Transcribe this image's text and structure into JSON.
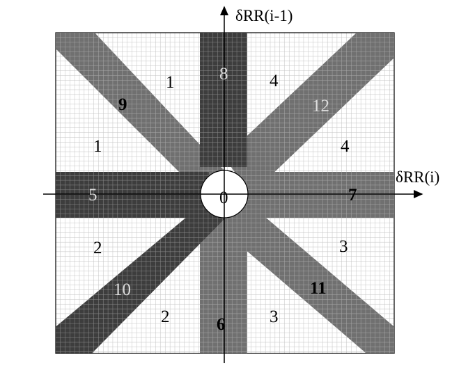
{
  "axes": {
    "x_label": "δRR(i)",
    "y_label": "δRR(i-1)"
  },
  "regions": {
    "center": "0",
    "q_upper_left_a": "1",
    "q_upper_left_b": "1",
    "q_lower_left_a": "2",
    "q_lower_left_b": "2",
    "q_lower_right_a": "3",
    "q_lower_right_b": "3",
    "q_upper_right_a": "4",
    "q_upper_right_b": "4",
    "band_left": "5",
    "band_bottom": "6",
    "band_right": "7",
    "band_top": "8",
    "band_diag_ul": "9",
    "band_diag_ll": "10",
    "band_diag_lr": "11",
    "band_diag_ur": "12"
  },
  "colors": {
    "light_cell": "#ffffff",
    "light_line": "#bdbdbd",
    "dark_band": "#3f3f3f",
    "mid_band": "#6e6e6e",
    "grid_line_on_band": "#a0a0a0"
  }
}
